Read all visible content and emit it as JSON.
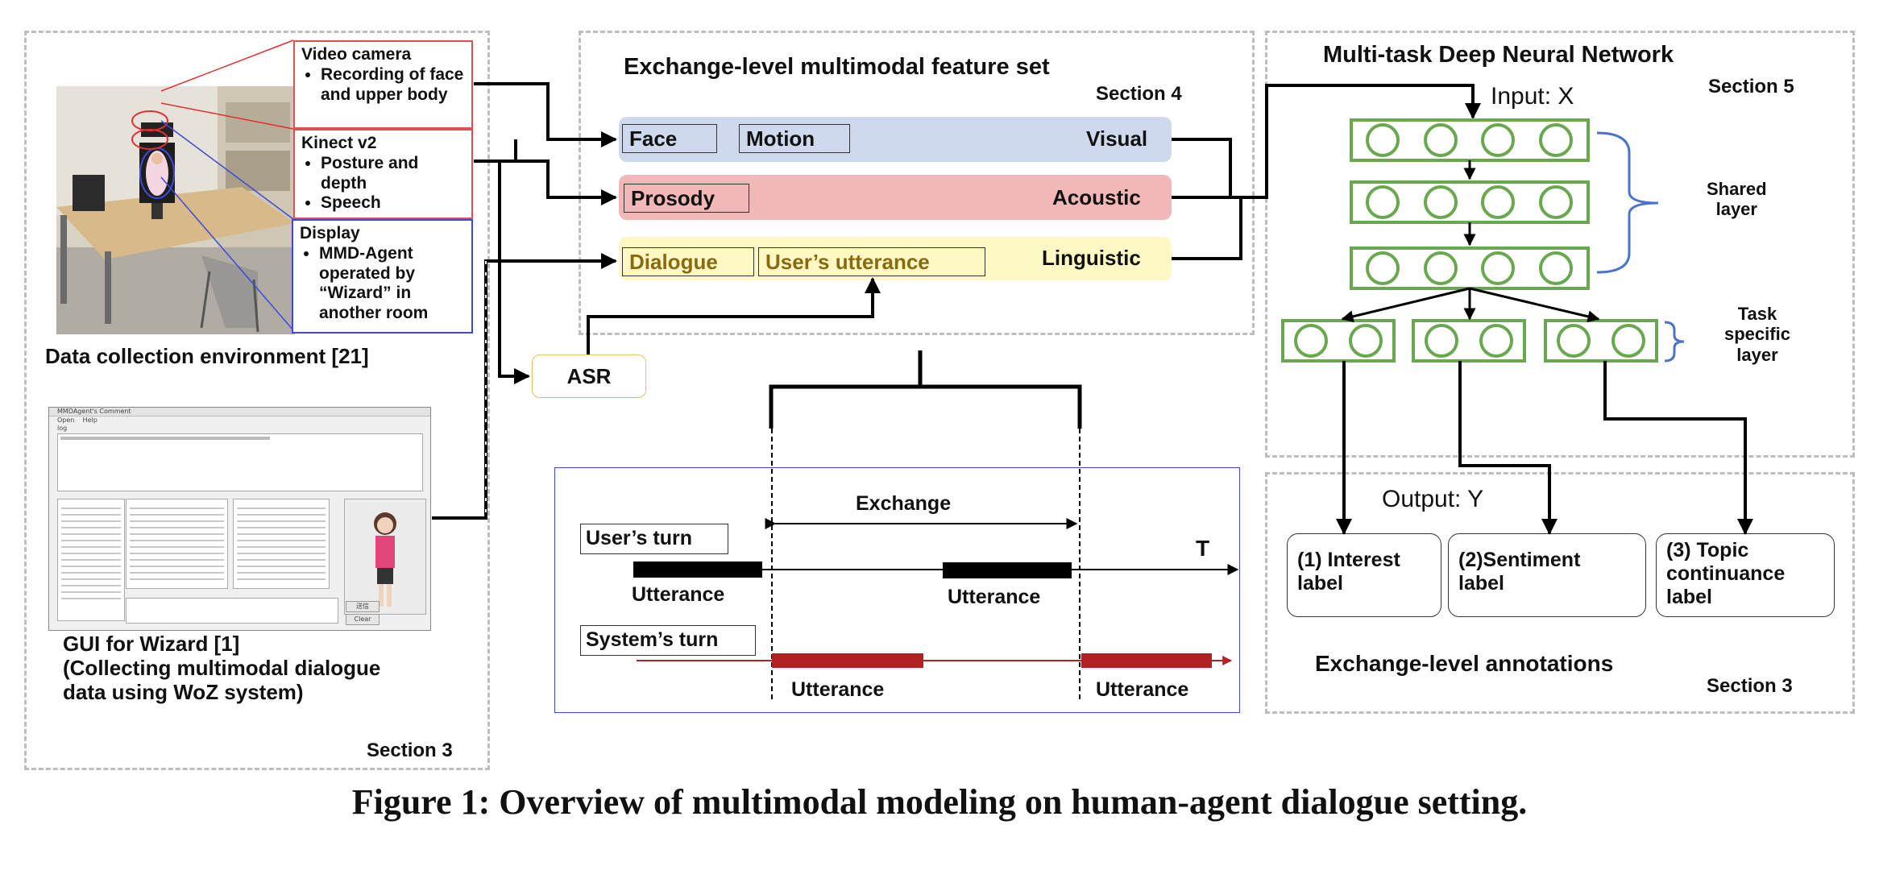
{
  "left_panel": {
    "video_camera": {
      "title": "Video camera",
      "items": [
        "Recording of face and upper body"
      ]
    },
    "kinect": {
      "title": "Kinect v2",
      "items": [
        "Posture and depth",
        "Speech"
      ]
    },
    "display": {
      "title": "Display",
      "items": [
        "MMD-Agent operated by “Wizard” in another room"
      ]
    },
    "env_caption": "Data collection environment [21]",
    "gui_caption_line1": "GUI for Wizard [1]",
    "gui_caption_line2": "(Collecting multimodal dialogue",
    "gui_caption_line3": "data using WoZ system)",
    "section": "Section 3",
    "gui_window": {
      "title": "MMDAgent's Comment",
      "menu_open": "Open",
      "menu_help": "Help",
      "log_label": "log",
      "send_button": "送信",
      "clear_button": "Clear"
    }
  },
  "feature_panel": {
    "title": "Exchange-level multimodal feature set",
    "section": "Section 4",
    "visual": {
      "chips": [
        "Face",
        "Motion"
      ],
      "label": "Visual"
    },
    "acoustic": {
      "chips": [
        "Prosody"
      ],
      "label": "Acoustic"
    },
    "linguistic": {
      "chips": [
        "Dialogue",
        "User’s utterance"
      ],
      "label": "Linguistic"
    },
    "asr": "ASR"
  },
  "exchange_panel": {
    "exchange_label": "Exchange",
    "user_turn": "User’s turn",
    "system_turn": "System’s turn",
    "time_label": "T",
    "utterance_label": "Utterance"
  },
  "network_panel": {
    "title": "Multi-task Deep Neural Network",
    "section": "Section 5",
    "input": "Input: X",
    "shared_layer": [
      "Shared",
      "layer"
    ],
    "task_layer": [
      "Task",
      "specific",
      "layer"
    ]
  },
  "annotation_panel": {
    "output": "Output: Y",
    "labels": [
      {
        "num": "(1) Interest",
        "rest": "label",
        "rest2": ""
      },
      {
        "num": "(2)Sentiment",
        "rest": "label",
        "rest2": ""
      },
      {
        "num": "(3) Topic",
        "rest": "continuance",
        "rest2": "label"
      }
    ],
    "title": "Exchange-level annotations",
    "section": "Section 3"
  },
  "figure_caption": "Figure 1: Overview of multimodal modeling on human-agent dialogue setting.",
  "colors": {
    "visual_band": "#cfd9ee",
    "acoustic_band": "#f2b8b8",
    "linguistic_band": "#fdf8c4",
    "node_green": "#6aa84f",
    "brace_blue": "#4a74c9",
    "utterance_red": "#b22222",
    "panel_blue": "#3b4bd8"
  }
}
